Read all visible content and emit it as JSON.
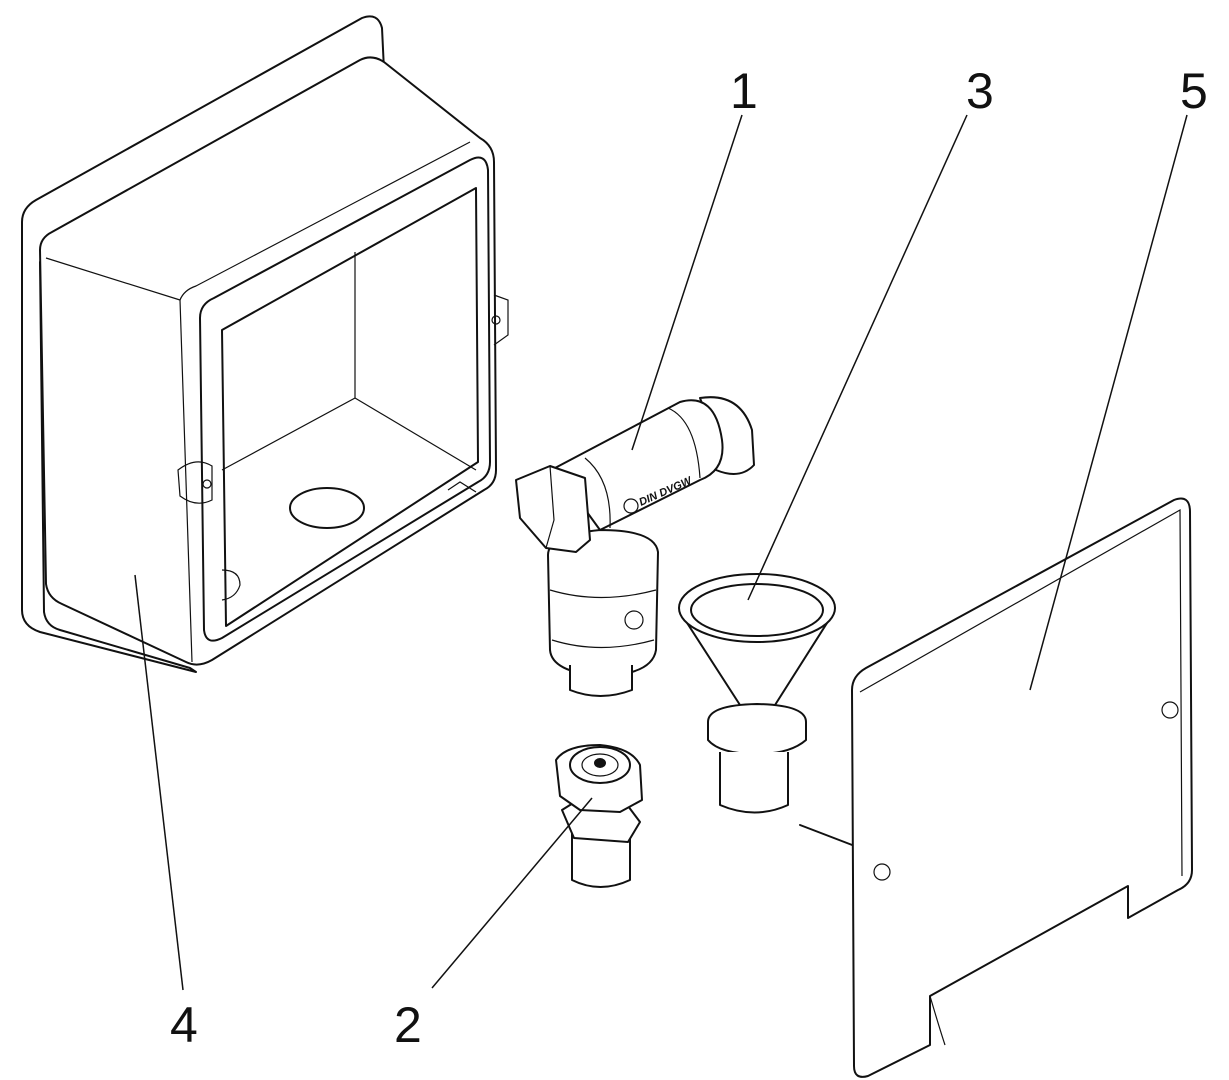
{
  "diagram": {
    "callouts": [
      {
        "id": "1",
        "text": "1"
      },
      {
        "id": "2",
        "text": "2"
      },
      {
        "id": "3",
        "text": "3"
      },
      {
        "id": "4",
        "text": "4"
      },
      {
        "id": "5",
        "text": "5"
      }
    ],
    "valve_marking": "DIN DVGW"
  }
}
